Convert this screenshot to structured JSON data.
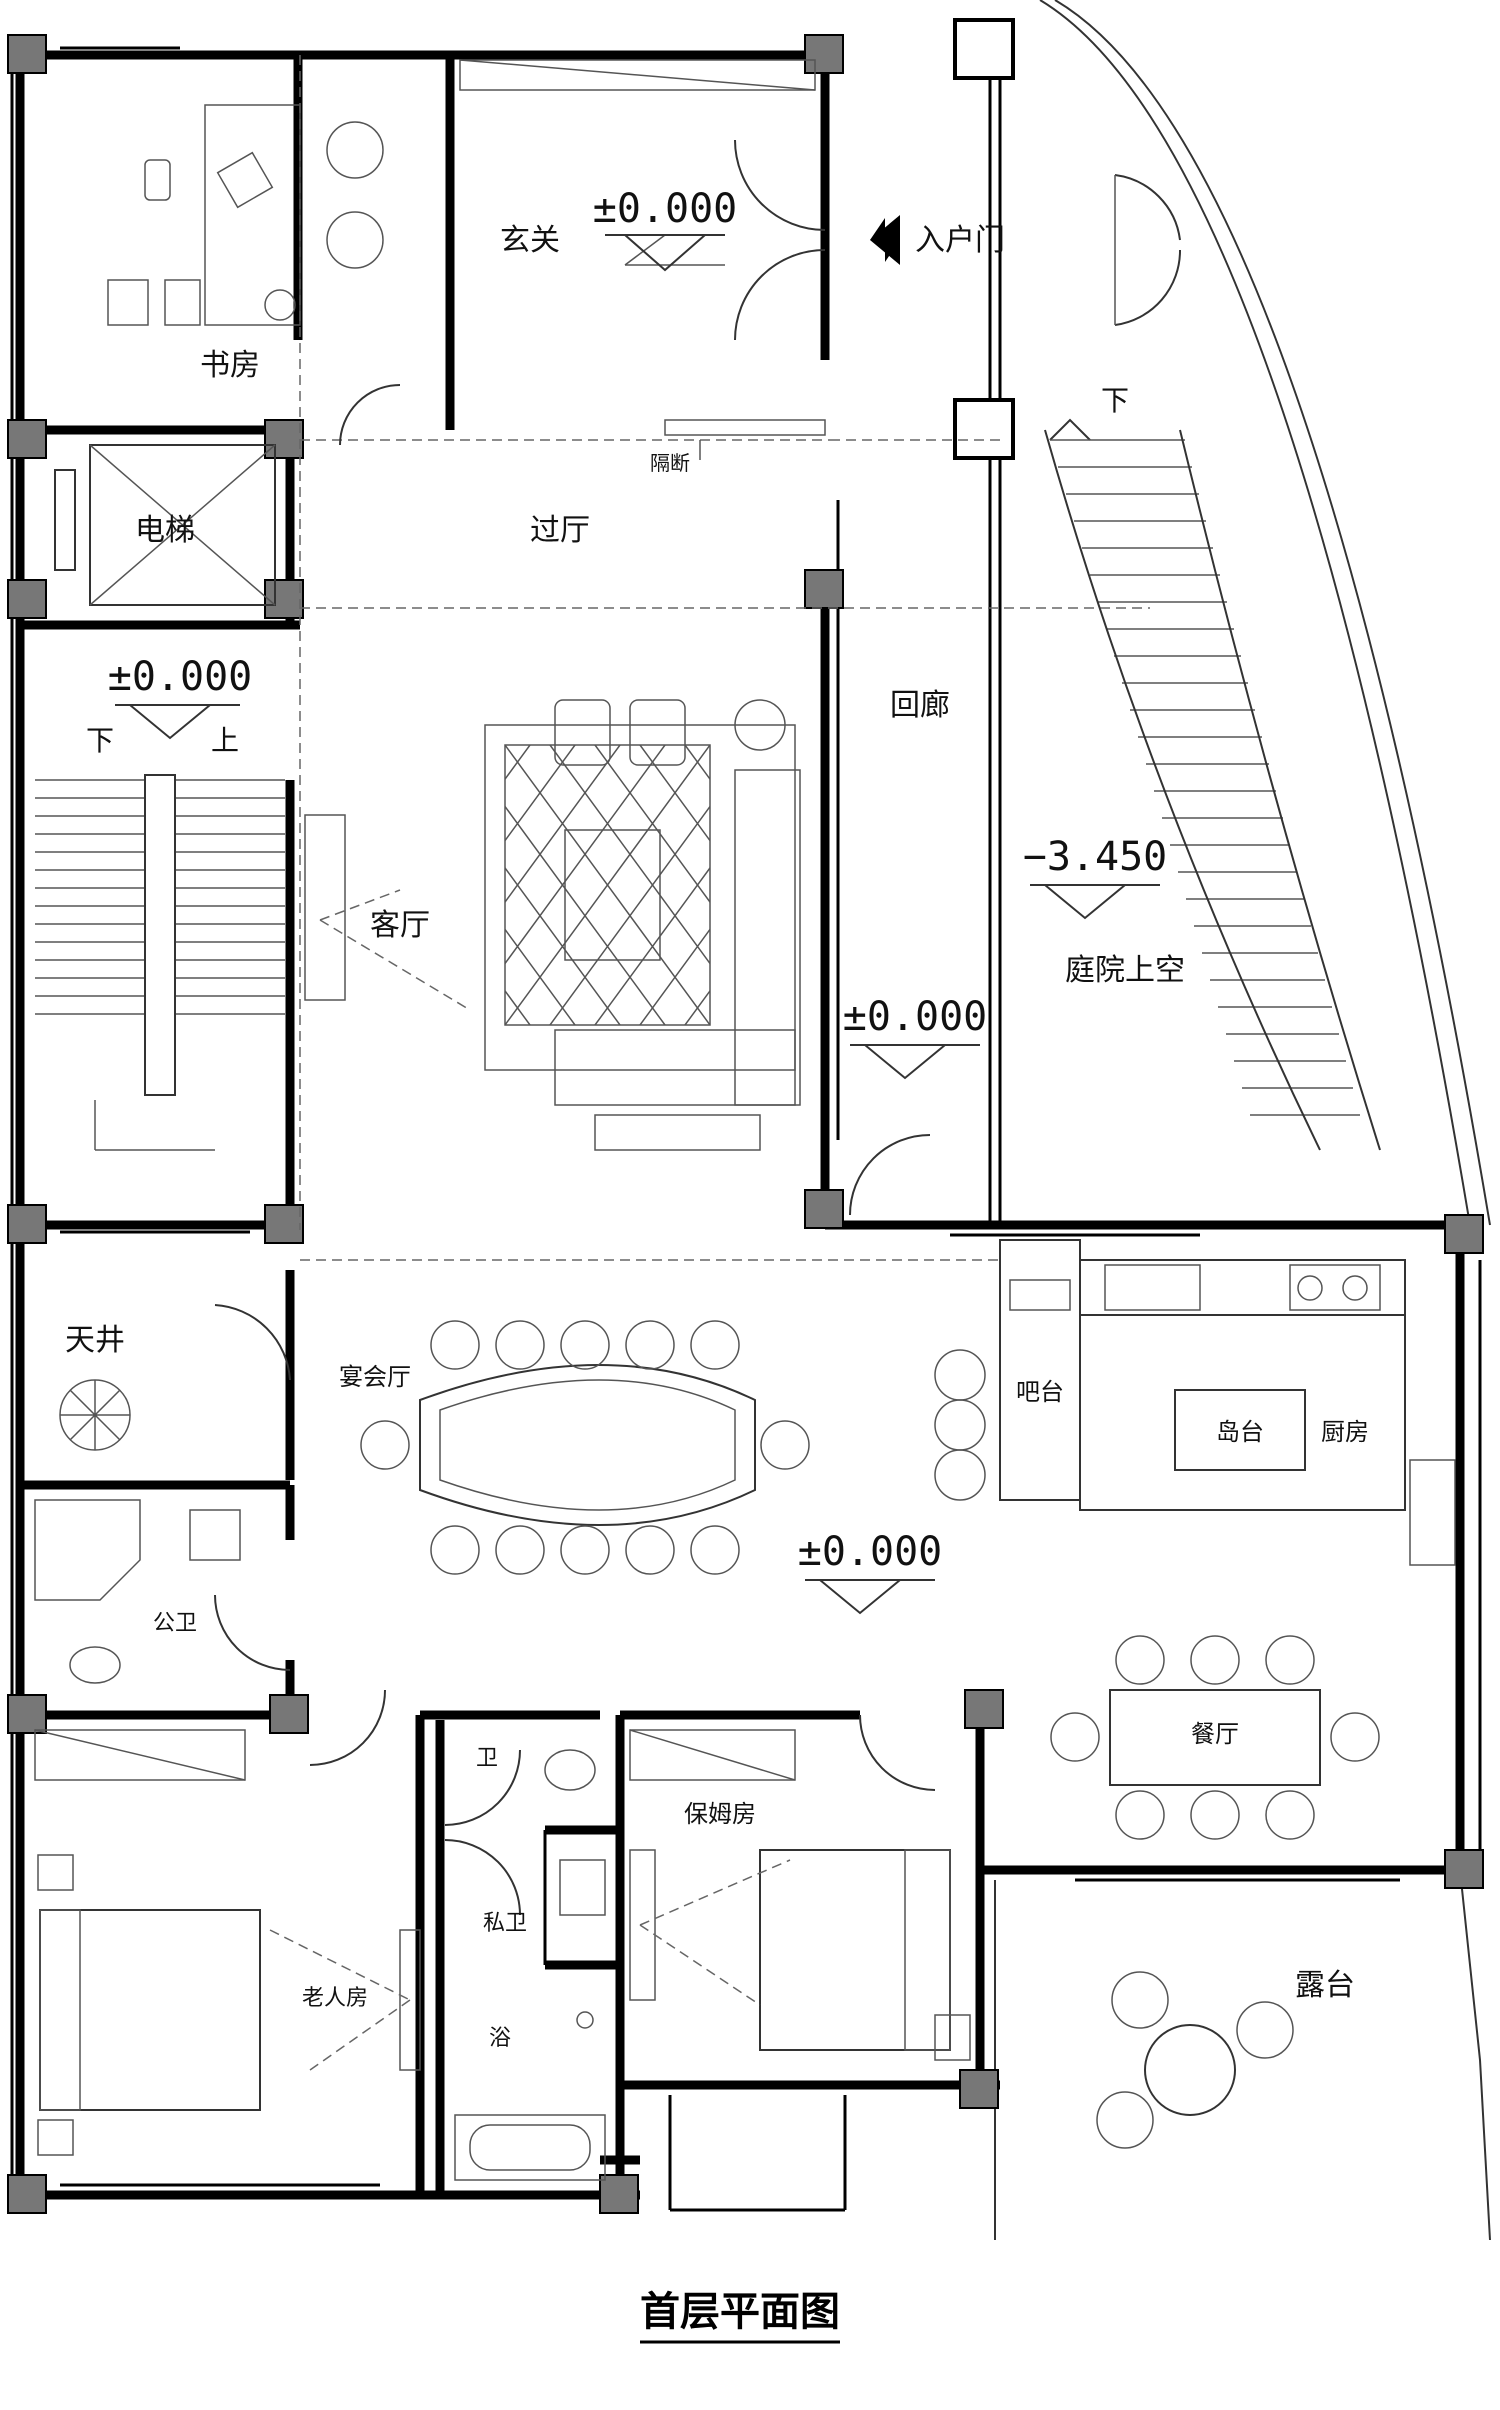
{
  "plan": {
    "title": "首层平面图",
    "rooms": {
      "study": "书房",
      "foyer": "玄关",
      "entry_door": "入户门",
      "elevator": "电梯",
      "hall": "过厅",
      "partition": "隔断",
      "corridor": "回廊",
      "living": "客厅",
      "courtyard_void": "庭院上空",
      "light_well": "天井",
      "banquet": "宴会厅",
      "bar": "吧台",
      "island": "岛台",
      "kitchen": "厨房",
      "public_wc": "公卫",
      "dining": "餐厅",
      "wc": "卫",
      "nanny": "保姆房",
      "private_wc": "私卫",
      "elder": "老人房",
      "bath": "浴",
      "terrace": "露台"
    },
    "stair_labels": {
      "down": "下",
      "up": "上",
      "outdoor_down": "下"
    },
    "elevations": {
      "foyer": "±0.000",
      "stair": "±0.000",
      "courtyard": "−3.450",
      "corridor": "±0.000",
      "banquet": "±0.000"
    }
  }
}
